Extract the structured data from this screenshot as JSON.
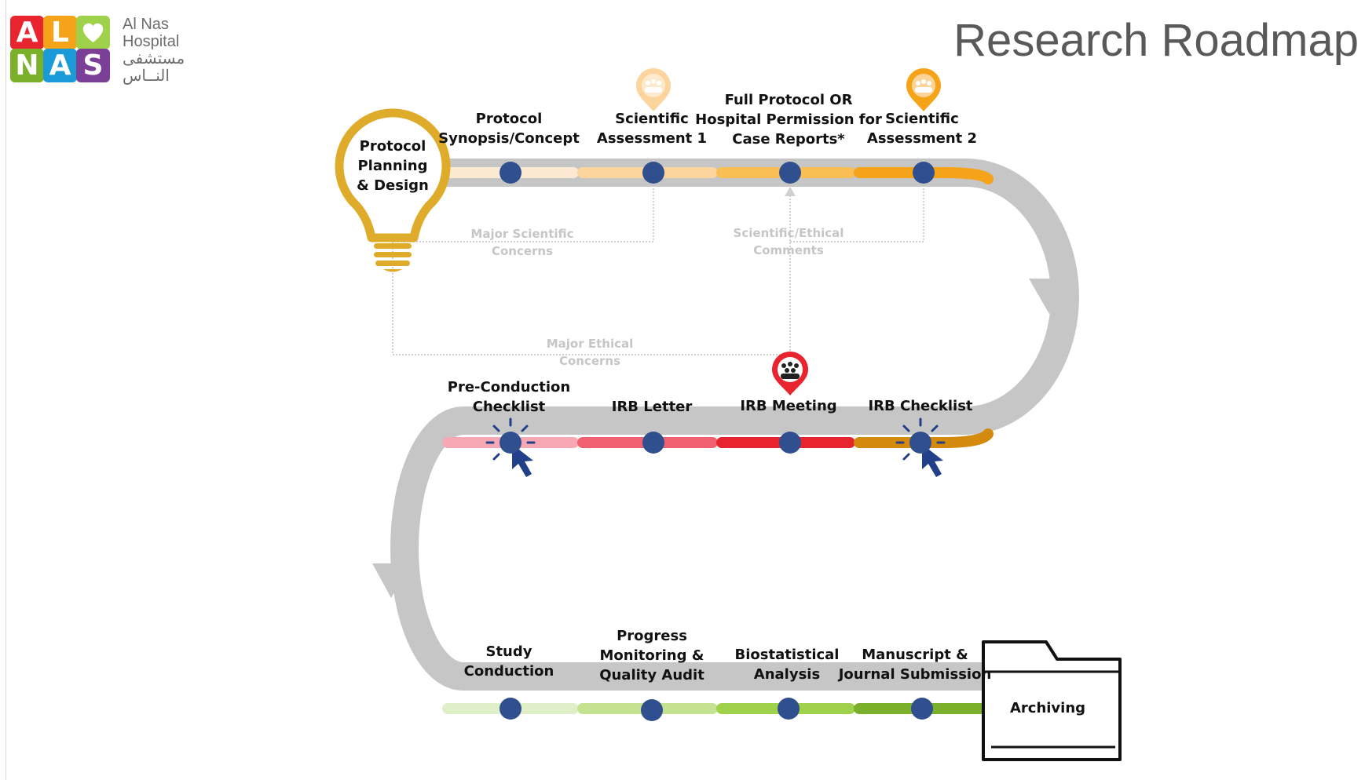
{
  "logo": {
    "tiles": [
      "A",
      "L",
      "N",
      "A",
      "S"
    ],
    "line1": "Al Nas",
    "line2": "Hospital",
    "line3": "مستشفى",
    "line4": "النــاس"
  },
  "title": "Research Roadmap",
  "start": {
    "label_lines": [
      "Protocol",
      "Planning",
      "& Design"
    ]
  },
  "steps_row1": [
    {
      "lines": [
        "Protocol",
        "Synopsis/Concept"
      ]
    },
    {
      "lines": [
        "Scientific",
        "Assessment 1"
      ]
    },
    {
      "lines": [
        "Full Protocol OR",
        "Hospital Permission for",
        "Case Reports*"
      ]
    },
    {
      "lines": [
        "Scientific",
        "Assessment 2"
      ]
    }
  ],
  "steps_row2": [
    {
      "lines": [
        "Pre-Conduction",
        "Checklist"
      ]
    },
    {
      "lines": [
        "IRB Letter"
      ]
    },
    {
      "lines": [
        "IRB Meeting"
      ]
    },
    {
      "lines": [
        "IRB Checklist"
      ]
    }
  ],
  "steps_row3": [
    {
      "lines": [
        "Study",
        "Conduction"
      ]
    },
    {
      "lines": [
        "Progress",
        "Monitoring &",
        "Quality Audit"
      ]
    },
    {
      "lines": [
        "Biostatistical",
        "Analysis"
      ]
    },
    {
      "lines": [
        "Manuscript &",
        "Journal Submission"
      ]
    }
  ],
  "feedback": {
    "major_scientific": [
      "Major Scientific",
      "Concerns"
    ],
    "scientific_ethical": [
      "Scientific/Ethical",
      "Comments"
    ],
    "major_ethical": [
      "Major Ethical",
      "Concerns"
    ]
  },
  "end": {
    "label": "Archiving"
  },
  "colors": {
    "road": "#c6c6c6",
    "node": "#2f4f8f",
    "row1": [
      "#fbe9d2",
      "#fbd59c",
      "#f9bf55",
      "#f5a319"
    ],
    "row2": [
      "#f7a8b4",
      "#f06070",
      "#e8252f",
      "#d48a0c"
    ],
    "row3": [
      "#dff0c9",
      "#c4e290",
      "#9fd14b",
      "#7bb02a"
    ],
    "bulb": "#deab2a",
    "pin_light": "#fbd59c",
    "pin_orange": "#f5a319",
    "pin_red": "#e8252f"
  }
}
